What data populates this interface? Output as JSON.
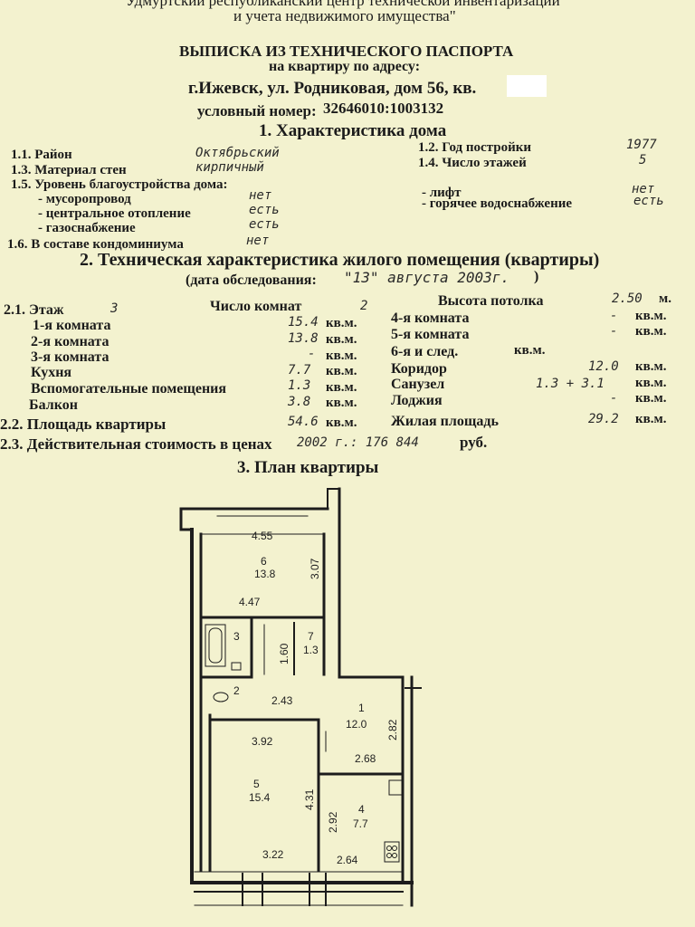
{
  "header": {
    "org_line1": "\"Удмуртский республиканский центр технической инвентаризации",
    "org_line2": "и учета недвижимого имущества\"",
    "title": "ВЫПИСКА ИЗ ТЕХНИЧЕСКОГО ПАСПОРТА",
    "subtitle": "на квартиру по адресу:",
    "address": "г.Ижевск, ул. Родниковая, дом 56, кв.",
    "cond_label": "условный номер:",
    "cond_value": "32646010:1003132"
  },
  "section1": {
    "title": "1. Характеристика дома",
    "rayon_label": "1.1. Район",
    "rayon_value": "Октябрьский",
    "god_label": "1.2. Год постройки",
    "god_value": "1977",
    "material_label": "1.3. Материал стен",
    "material_value": "кирпичный",
    "etazhey_label": "1.4. Число этажей",
    "etazhey_value": "5",
    "uroven_label": "1.5. Уровень благоустройства дома:",
    "musor_label": "- мусоропровод",
    "musor_value": "нет",
    "otopl_label": "- центральное отопление",
    "otopl_value": "есть",
    "gaz_label": "- газоснабжение",
    "gaz_value": "есть",
    "lift_label": "- лифт",
    "lift_value": "нет",
    "gvs_label": "- горячее водоснабжение",
    "gvs_value": "есть",
    "kondo_label": "1.6. В составе кондоминиума",
    "kondo_value": "нет"
  },
  "section2": {
    "title": "2. Техническая характеристика жилого помещения (квартиры)",
    "date_label": "(дата обследования:",
    "date_value": "\"13\" августа 2003г.",
    "date_close": ")",
    "etazh_label": "2.1. Этаж",
    "etazh_value": "3",
    "komnat_label": "Число комнат",
    "komnat_value": "2",
    "vysota_label": "Высота потолка",
    "vysota_value": "2.50",
    "vysota_unit": "м.",
    "unit": "кв.м.",
    "k1_label": "1-я комната",
    "k1_value": "15.4",
    "k2_label": "2-я комната",
    "k2_value": "13.8",
    "k3_label": "3-я комната",
    "k3_value": "-",
    "kuhnya_label": "Кухня",
    "kuhnya_value": "7.7",
    "vspom_label": "Вспомогательные помещения",
    "vspom_value": "1.3",
    "balkon_label": "Балкон",
    "balkon_value": "3.8",
    "k4_label": "4-я комната",
    "k4_value": "-",
    "k5_label": "5-я комната",
    "k5_value": "-",
    "k6_label": "6-я и след.",
    "k6_value": "",
    "koridor_label": "Коридор",
    "koridor_value": "12.0",
    "sanuzel_label": "Санузел",
    "sanuzel_value": "1.3 + 3.1",
    "lodzhiya_label": "Лоджия",
    "lodzhiya_value": "-",
    "ploshad_label": "2.2. Площадь квартиры",
    "ploshad_value": "54.6",
    "zhilaya_label": "Жилая площадь",
    "zhilaya_value": "29.2",
    "stoim_label": "2.3. Действительная стоимость в ценах",
    "stoim_value": "2002 г.: 176 844",
    "stoim_unit": "руб."
  },
  "section3": {
    "title": "3. План квартиры",
    "plan_labels": {
      "r6_top": "4.55",
      "r6_num": "6",
      "r6_area": "13.8",
      "r6_side": "3.07",
      "r6_bottom": "4.47",
      "r3_num": "3",
      "r160": "1.60",
      "r7_num": "7",
      "r7_area": "1.3",
      "r2_num": "2",
      "r243": "2.43",
      "r1_num": "1",
      "r1_area": "12.0",
      "r282": "2.82",
      "r268": "2.68",
      "r5_top": "3.92",
      "r5_num": "5",
      "r5_area": "15.4",
      "r431": "4.31",
      "r322": "3.22",
      "r4_num": "4",
      "r4_area": "7.7",
      "r292": "2.92",
      "r264": "2.64"
    }
  }
}
